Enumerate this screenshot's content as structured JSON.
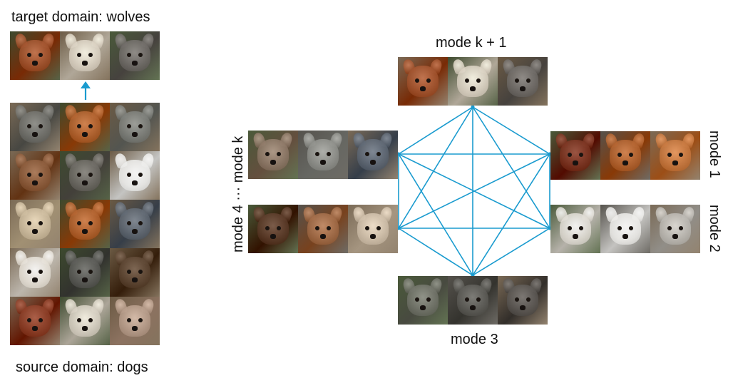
{
  "labels": {
    "target_domain": "target domain: wolves",
    "source_domain": "source domain: dogs",
    "mode_k_plus_1": "mode k + 1",
    "mode_1": "mode 1",
    "mode_2": "mode 2",
    "mode_3": "mode 3",
    "mode_4_to_k": "mode 4 ··· mode k"
  },
  "colors": {
    "connector": "#1a9bcf",
    "text": "#111111"
  },
  "tiles": {
    "wolf": [
      "#a0522d",
      "#d8cfc0",
      "#6e6a66"
    ],
    "source": [
      [
        "#6f6f6a",
        "#b0612e",
        "#7b7d78"
      ],
      [
        "#8a5a3a",
        "#6b6862",
        "#ececea"
      ],
      [
        "#c9b89b",
        "#b0612e",
        "#5e6670"
      ],
      [
        "#e4ded4",
        "#5a5a56",
        "#5c4532"
      ],
      [
        "#8a3d26",
        "#d4cdc0",
        "#b49a88"
      ]
    ],
    "mode_k_plus_1": [
      "#a0522d",
      "#d8cfc0",
      "#6e6a66"
    ],
    "mode_4_to_k": [
      "#8c7766",
      "#8e8f8a",
      "#5d6672"
    ],
    "mode_4": [
      "#5a3a28",
      "#a06a46",
      "#cdbda8"
    ],
    "mode_1": [
      "#7a3320",
      "#b0612e",
      "#c4763e"
    ],
    "mode_2": [
      "#dedad2",
      "#ecebe8",
      "#b9b6b0"
    ],
    "mode_3": [
      "#707268",
      "#5c5b56",
      "#5a5652"
    ]
  }
}
